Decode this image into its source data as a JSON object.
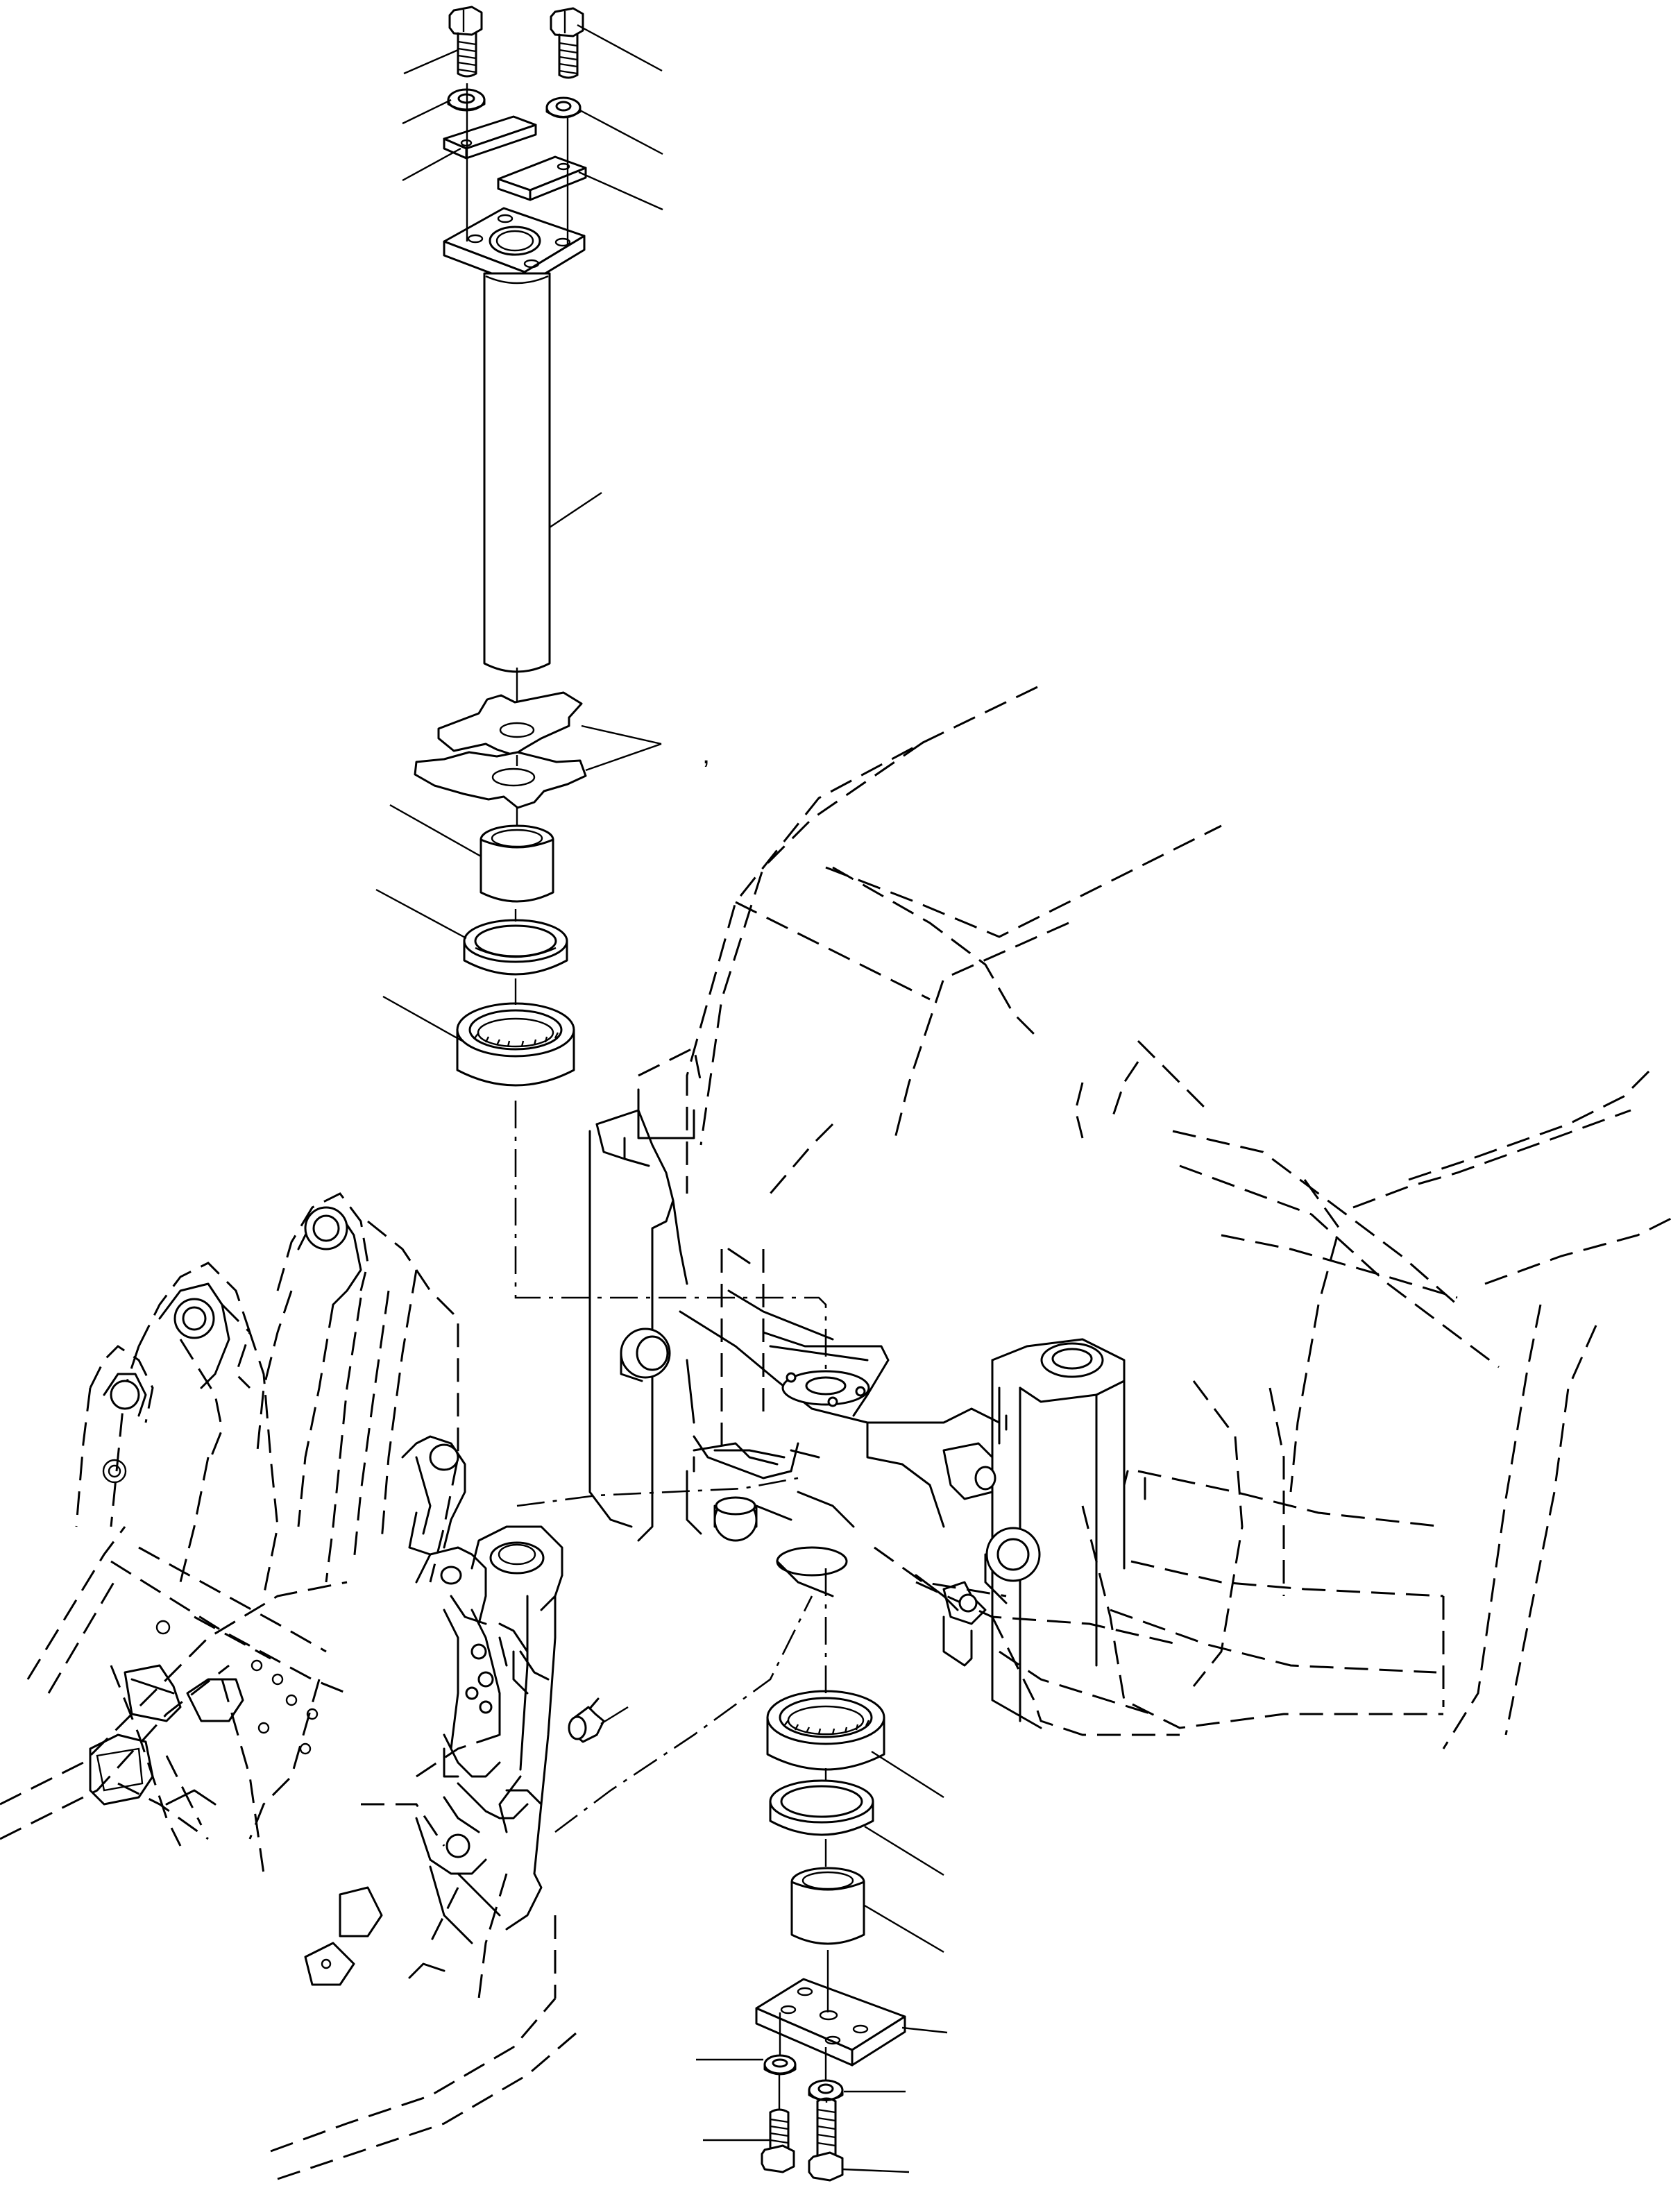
{
  "figure": {
    "callout_mark": ","
  },
  "parts": {
    "upper": [
      "bolt",
      "bolt",
      "washer",
      "washer",
      "lock-plate",
      "lock-plate",
      "flange-plate",
      "king-pin",
      "shim",
      "shim",
      "bushing",
      "seal-ring",
      "tapered-roller-bearing"
    ],
    "lower": [
      "tapered-roller-bearing",
      "seal-ring",
      "bushing",
      "flange-plate",
      "washer",
      "washer",
      "bolt",
      "bolt"
    ],
    "frame": [
      "front-frame-hinge",
      "rear-frame-hinge",
      "grease-fitting"
    ]
  }
}
